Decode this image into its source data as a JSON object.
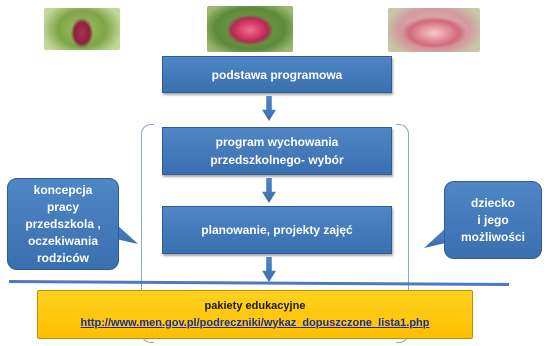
{
  "boxes": {
    "box1": "podstawa programowa",
    "box2": "program wychowania\nprzedszkolnego- wybór",
    "box3": "planowanie, projekty zajęć"
  },
  "callouts": {
    "left": "koncepcja\npracy\nprzedszkola ,\noczekiwania\nrodziców",
    "right": "dziecko\ni jego\nmożliwości"
  },
  "footer": {
    "title": "pakiety edukacyjne",
    "link": "http://www.men.gov.pl/podreczniki/wykaz_dopuszczone_lista1.php"
  },
  "colors": {
    "box_blue": "#4579bb",
    "footer_yellow": "#ffc000",
    "link_blue": "#1a2e9a"
  }
}
